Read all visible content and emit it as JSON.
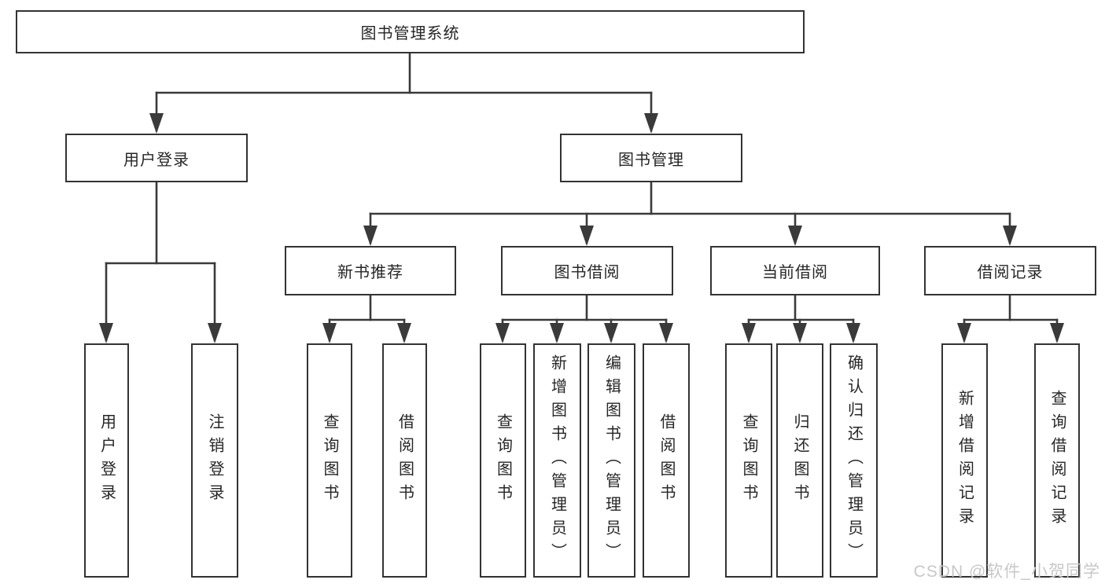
{
  "diagram": {
    "root": {
      "label": "图书管理系统",
      "children": [
        {
          "label": "用户登录",
          "children": [
            {
              "label": "用户登录"
            },
            {
              "label": "注销登录"
            }
          ]
        },
        {
          "label": "图书管理",
          "children": [
            {
              "label": "新书推荐",
              "children": [
                {
                  "label": "查询图书"
                },
                {
                  "label": "借阅图书"
                }
              ]
            },
            {
              "label": "图书借阅",
              "children": [
                {
                  "label": "查询图书"
                },
                {
                  "label": "新增图书（管理员）"
                },
                {
                  "label": "编辑图书（管理员）"
                },
                {
                  "label": "借阅图书"
                }
              ]
            },
            {
              "label": "当前借阅",
              "children": [
                {
                  "label": "查询图书"
                },
                {
                  "label": "归还图书"
                },
                {
                  "label": "确认归还（管理员）"
                }
              ]
            },
            {
              "label": "借阅记录",
              "children": [
                {
                  "label": "新增借阅记录"
                },
                {
                  "label": "查询借阅记录"
                }
              ]
            }
          ]
        }
      ]
    },
    "watermark": "CSDN @软件_小贺同学",
    "colors": {
      "line": "#3a3a3a",
      "border": "#333333",
      "text": "#262626",
      "background": "#ffffff",
      "watermark": "#c8c8c8"
    }
  }
}
